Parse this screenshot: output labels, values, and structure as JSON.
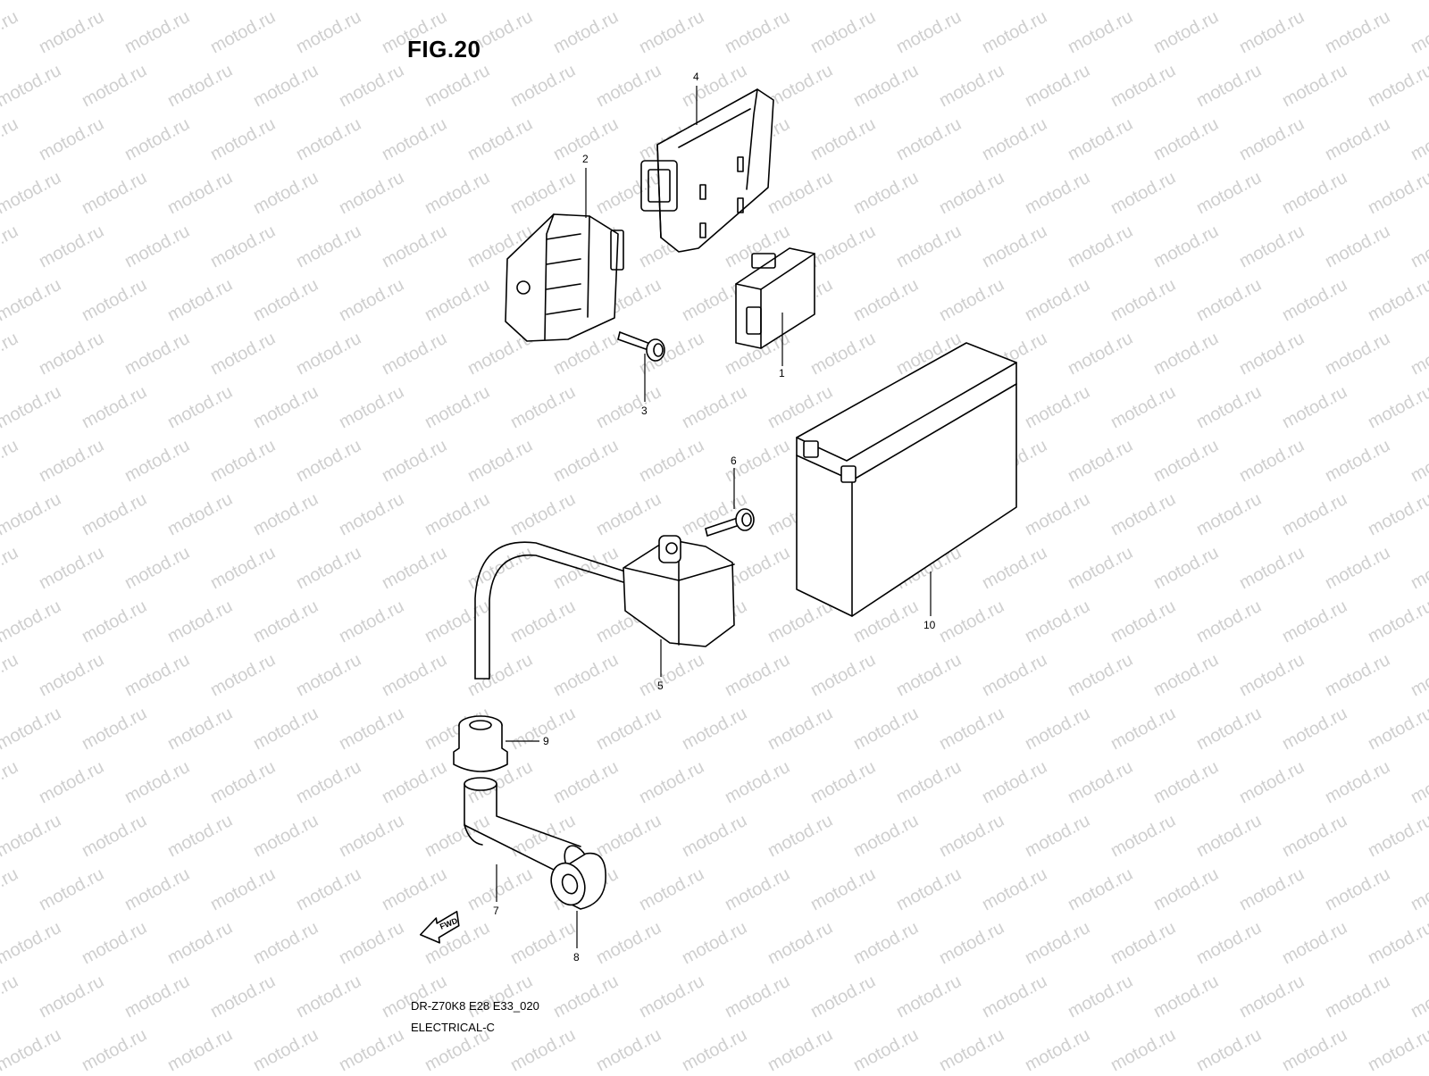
{
  "figure": {
    "title": "FIG.20",
    "code": "DR-Z70K8 E28 E33_020",
    "section": "ELECTRICAL-C"
  },
  "watermark": {
    "text": "motod.ru",
    "color": "#cfcfcf"
  },
  "fwd_arrow": {
    "label": "FWD"
  },
  "callouts": [
    {
      "id": "1",
      "label": "1"
    },
    {
      "id": "2",
      "label": "2"
    },
    {
      "id": "3",
      "label": "3"
    },
    {
      "id": "4",
      "label": "4"
    },
    {
      "id": "5",
      "label": "5"
    },
    {
      "id": "6",
      "label": "6"
    },
    {
      "id": "7",
      "label": "7"
    },
    {
      "id": "8",
      "label": "8"
    },
    {
      "id": "9",
      "label": "9"
    },
    {
      "id": "10",
      "label": "10"
    }
  ]
}
